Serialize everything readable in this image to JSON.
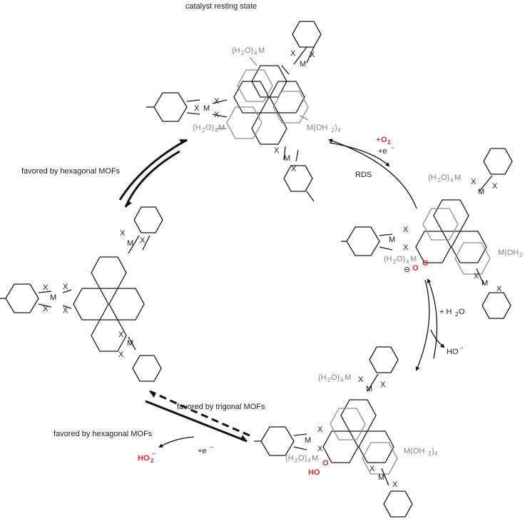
{
  "labels": {
    "resting_state": "catalyst resting state",
    "hex_top": "favored by hexagonal MOFs",
    "rds": "RDS",
    "plus_o2_prefix": "+",
    "o2": "O",
    "o2_sub": "2",
    "plus_e_top": "+e",
    "plus_h2o": "+ H",
    "h2o_sub": "2",
    "h2o_o": "O",
    "ho_minus": "HO",
    "trigonal": "favored by trigonal MOFs",
    "hex_bottom": "favored by hexagonal MOFs",
    "plus_e_bottom": "+e",
    "ho2_minus": "HO",
    "ho2_sub": "2"
  },
  "atoms": {
    "X": "X",
    "M": "M",
    "h2o4m": "(H2O)4M",
    "moh24": "M(OH2)4",
    "o_minus": "O",
    "o": "O",
    "ho": "HO"
  },
  "colors": {
    "highlight": "#e8232a",
    "gray_metal": "#808080",
    "ink": "#1a1a1a"
  }
}
